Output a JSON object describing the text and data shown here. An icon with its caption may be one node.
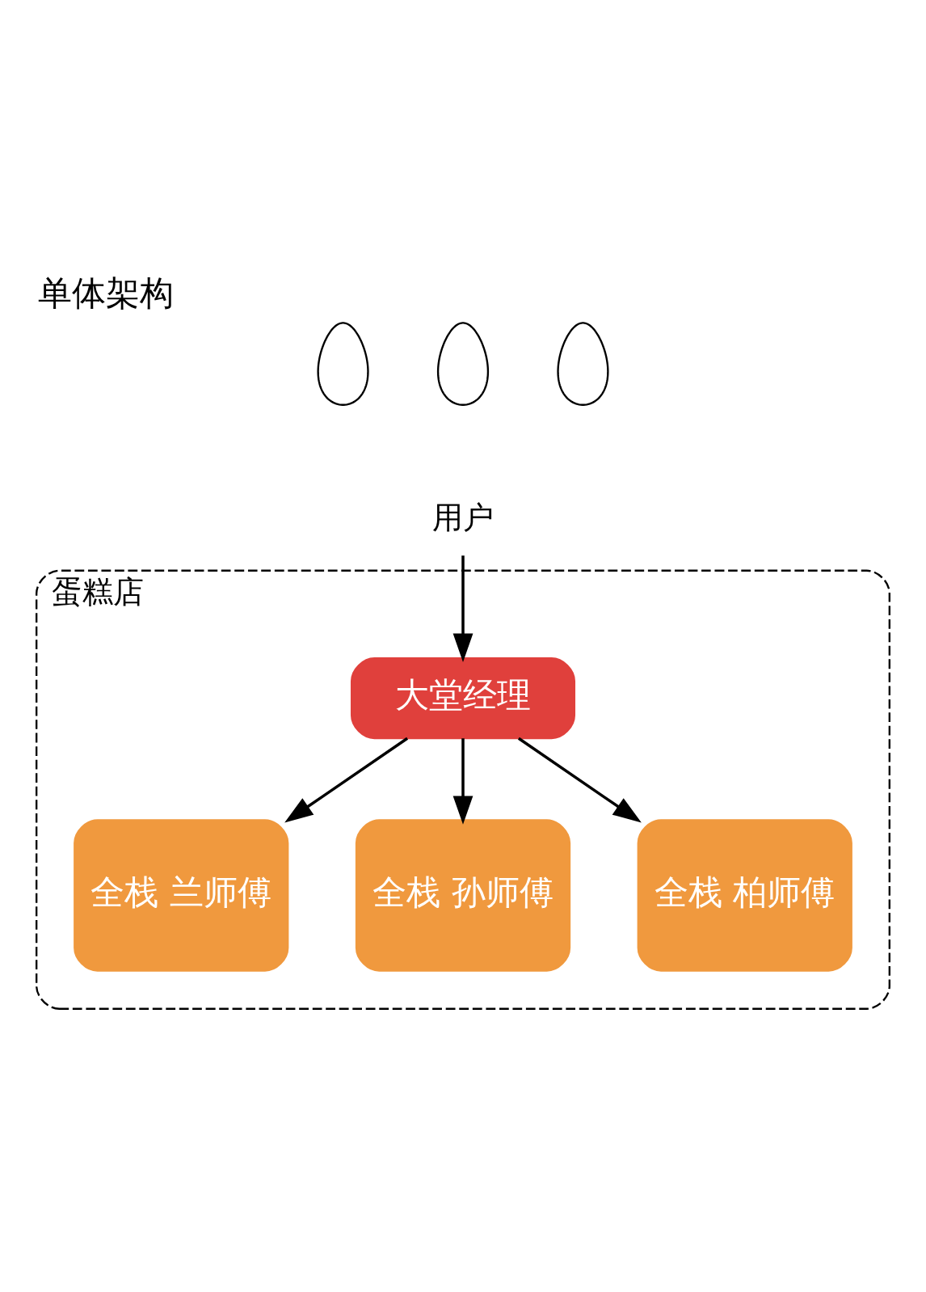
{
  "diagram": {
    "title": "单体架构",
    "nodes": [
      {
        "text": [],
        "shape": "person"
      },
      {
        "text": [],
        "shape": "person"
      },
      {
        "text": [],
        "shape": "person"
      },
      {
        "text": [
          "用户"
        ]
      },
      {
        "text": [
          "蛋糕店"
        ]
      },
      {
        "text": [
          "大堂经理"
        ],
        "in": 4
      },
      {
        "text": [
          "全栈 兰师傅"
        ],
        "in": 4
      },
      {
        "text": [
          "全栈 孙师傅"
        ],
        "in": 4
      },
      {
        "text": [
          "全栈 柏师傅"
        ],
        "in": 4
      }
    ],
    "edges": [
      {
        "from": 3,
        "to": 5,
        "arrow": "to"
      },
      {
        "from": 5,
        "to": 6,
        "arrow": "to"
      },
      {
        "from": 5,
        "to": 7,
        "arrow": "to"
      },
      {
        "from": 5,
        "to": 8,
        "arrow": "to"
      }
    ]
  }
}
